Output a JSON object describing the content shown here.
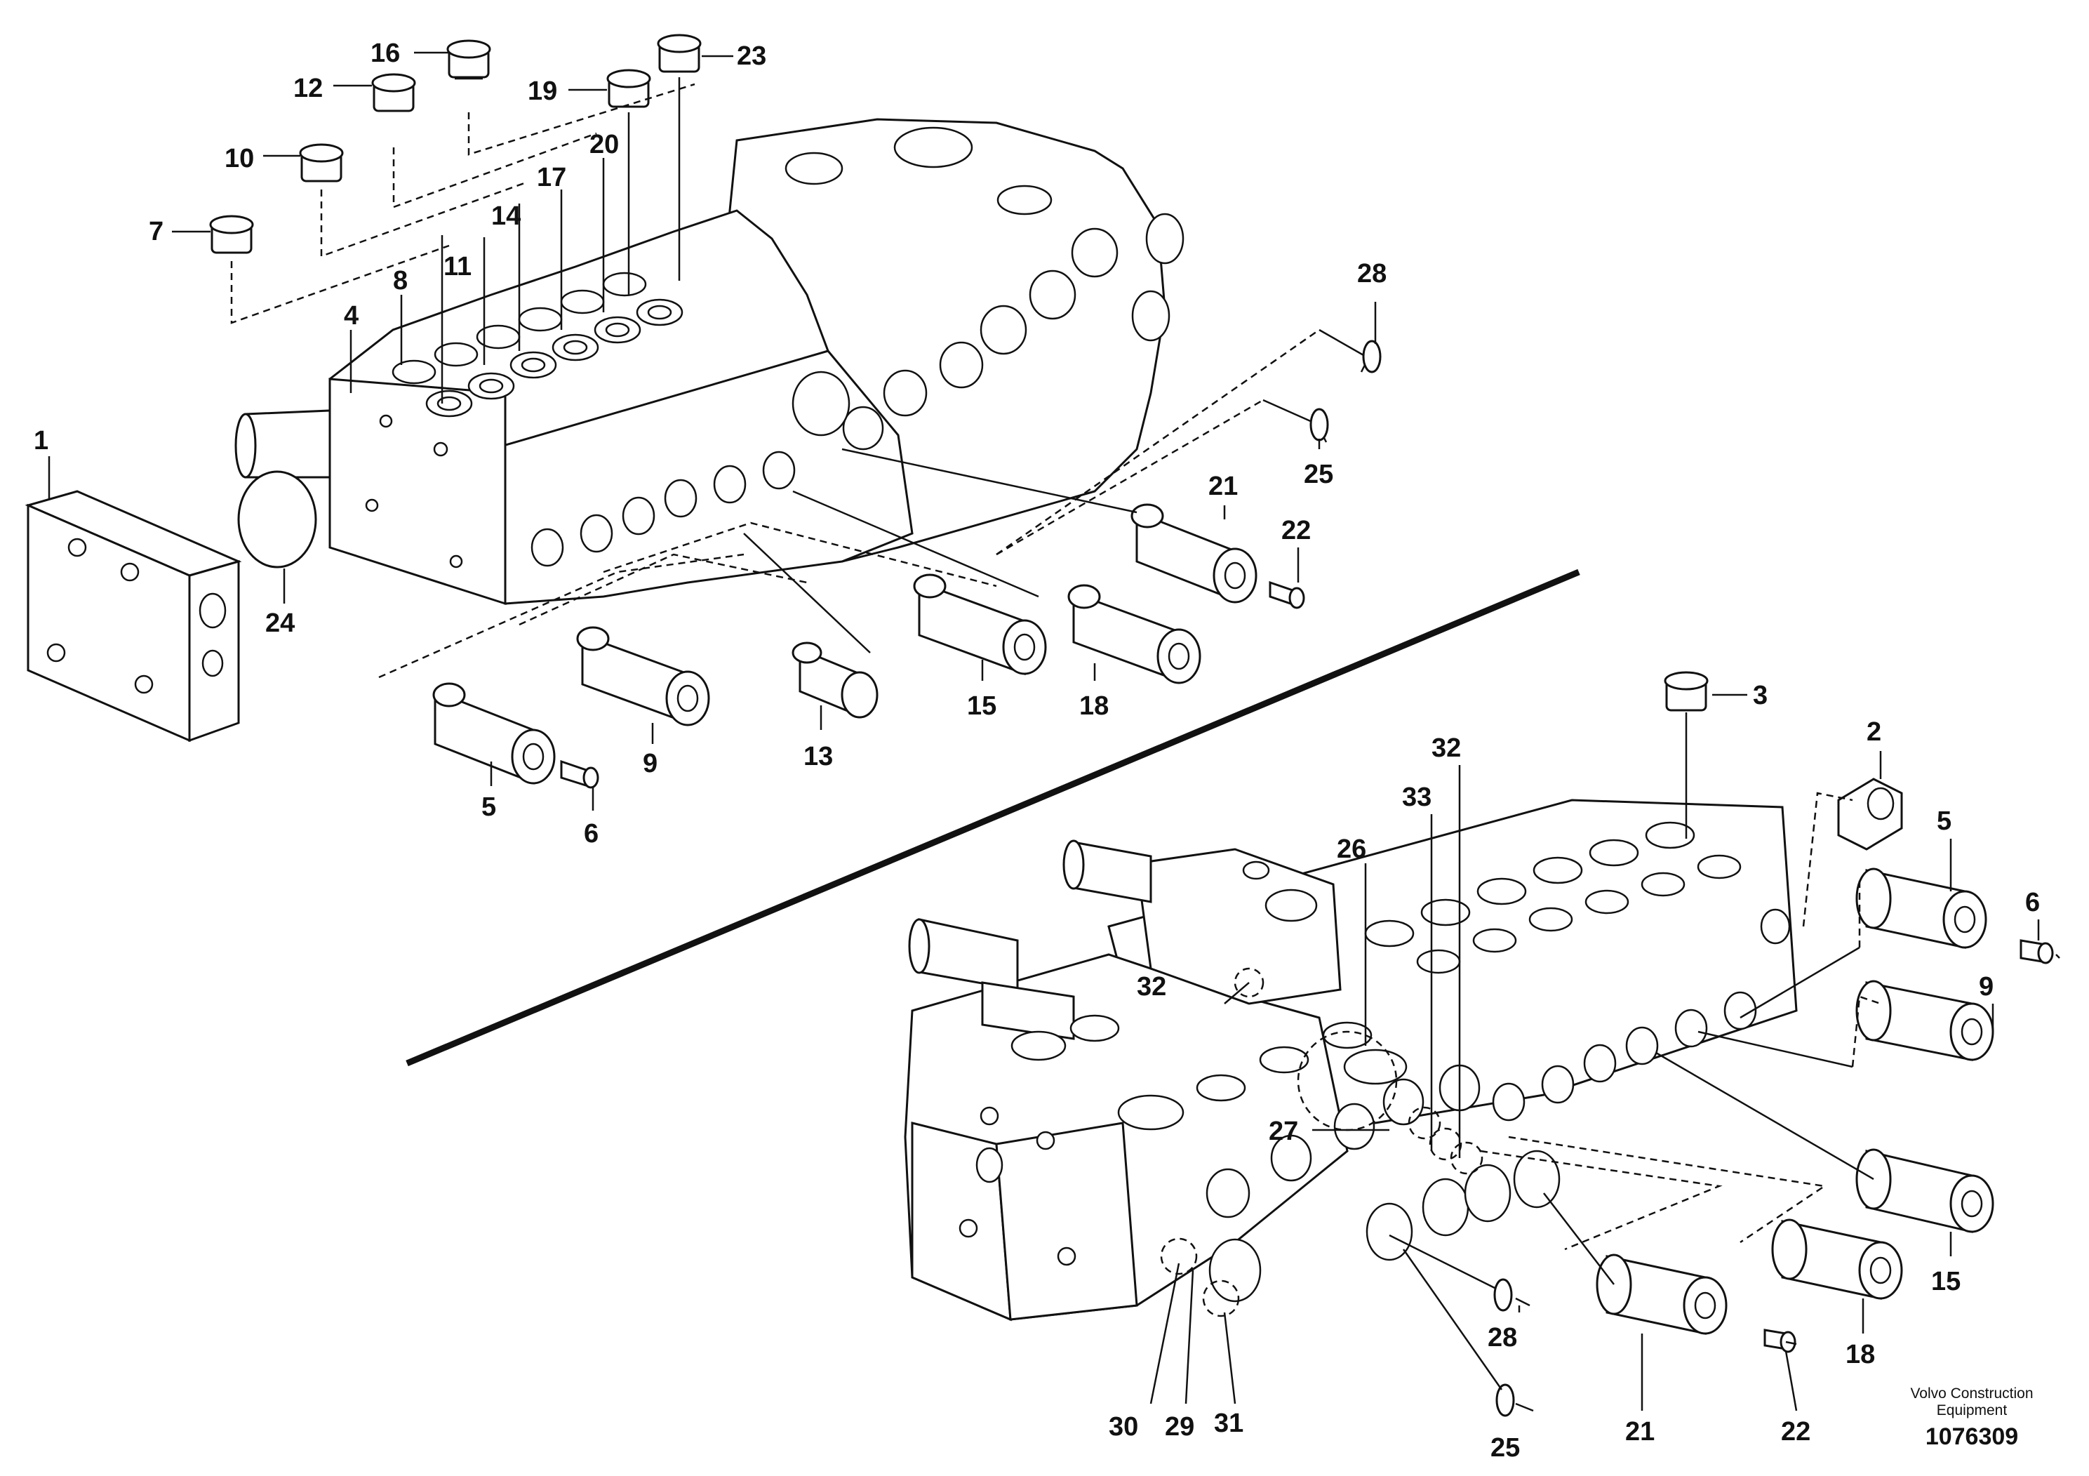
{
  "labels": {
    "p1": "1",
    "p2": "2",
    "p3": "3",
    "p4": "4",
    "p5a": "5",
    "p5b": "5",
    "p6a": "6",
    "p6b": "6",
    "p7": "7",
    "p8": "8",
    "p9a": "9",
    "p9b": "9",
    "p10": "10",
    "p11": "11",
    "p12": "12",
    "p13": "13",
    "p14": "14",
    "p15a": "15",
    "p15b": "15",
    "p16": "16",
    "p17": "17",
    "p18a": "18",
    "p18b": "18",
    "p19": "19",
    "p20": "20",
    "p21a": "21",
    "p21b": "21",
    "p22a": "22",
    "p22b": "22",
    "p23": "23",
    "p24": "24",
    "p25a": "25",
    "p25b": "25",
    "p26": "26",
    "p27": "27",
    "p28a": "28",
    "p28b": "28",
    "p29": "29",
    "p30": "30",
    "p31": "31",
    "p32a": "32",
    "p32b": "32",
    "p33": "33"
  },
  "footer": {
    "brand_line1": "Volvo Construction",
    "brand_line2": "Equipment",
    "doc_number": "1076309"
  }
}
